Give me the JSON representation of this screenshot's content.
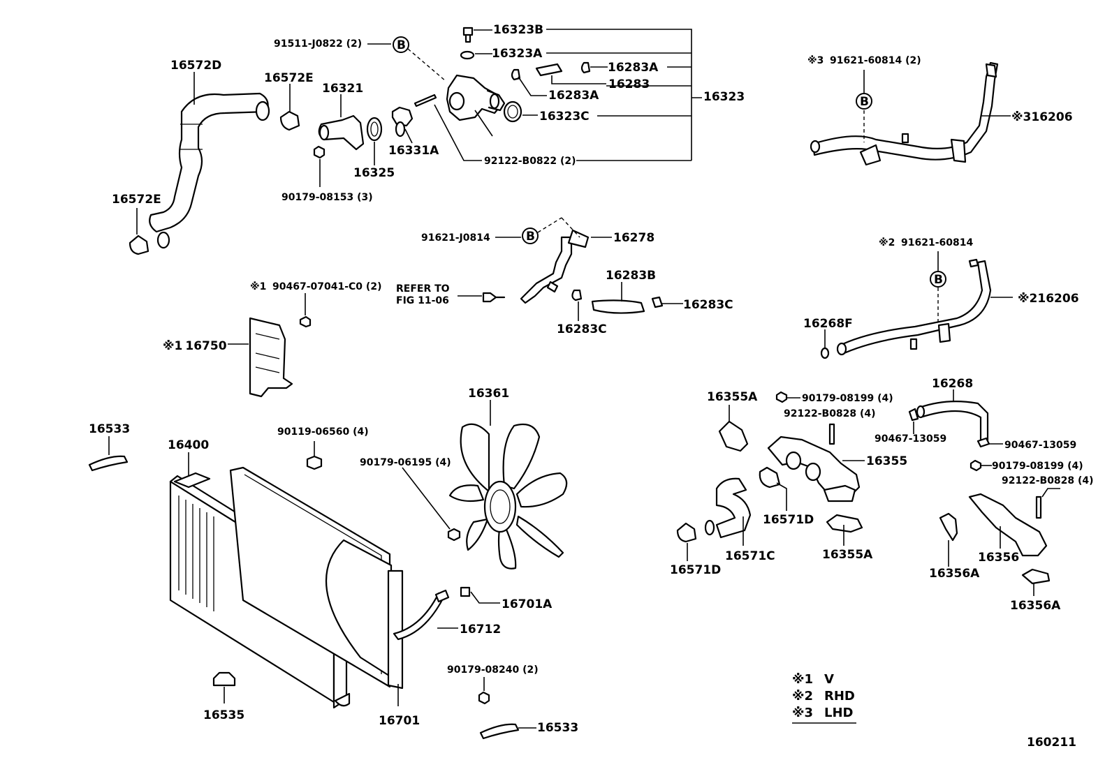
{
  "labels": {
    "p16323B": "16323B",
    "p16323A": "16323A",
    "p16283A_1": "16283A",
    "p16283": "16283",
    "p16283A_2": "16283A",
    "p16323": "16323",
    "p16323C": "16323C",
    "p91511": "91511-J0822 (2)",
    "p16572D": "16572D",
    "p16572E_top": "16572E",
    "p16321": "16321",
    "p16325": "16325",
    "p16331A": "16331A",
    "p92122_B0822": "92122-B0822 (2)",
    "p90179_08153": "90179-08153 (3)",
    "p16572E_bot": "16572E",
    "p91621_60814_lhd": "91621-60814 (2)",
    "p16206_lhd": "16206",
    "p91621_J0814": "91621-J0814",
    "p16278": "16278",
    "p16283B": "16283B",
    "p16283C_1": "16283C",
    "p16283C_2": "16283C",
    "refer_to": "REFER TO",
    "fig_ref": "FIG 11-06",
    "p90467_07041": "90467-07041-C0 (2)",
    "p16750": "16750",
    "p91621_60814_rhd": "91621-60814",
    "p16206_rhd": "16206",
    "p16268F": "16268F",
    "p16355A_top": "16355A",
    "p90179_08199_a": "90179-08199 (4)",
    "p92122_B0828_a": "92122-B0828 (4)",
    "p16268": "16268",
    "p90467_13059_a": "90467-13059",
    "p90467_13059_b": "90467-13059",
    "p16355": "16355",
    "p90179_08199_b": "90179-08199 (4)",
    "p92122_B0828_b": "92122-B0828 (4)",
    "p16571D_1": "16571D",
    "p16571C": "16571C",
    "p16571D_2": "16571D",
    "p16355A_bot": "16355A",
    "p16356": "16356",
    "p16356A_1": "16356A",
    "p16356A_2": "16356A",
    "p16361": "16361",
    "p16533_top": "16533",
    "p16400": "16400",
    "p90119_06560": "90119-06560 (4)",
    "p90179_06195": "90179-06195 (4)",
    "p16701A": "16701A",
    "p16712": "16712",
    "p90179_08240": "90179-08240 (2)",
    "p16535": "16535",
    "p16701": "16701",
    "p16533_bot": "16533",
    "fig_number": "160211"
  },
  "markers": {
    "asterisk": "※",
    "circle_b": "B",
    "n1": "1",
    "n2": "2",
    "n3": "3"
  },
  "legend": {
    "items": [
      {
        "mark": "※1",
        "text": "V"
      },
      {
        "mark": "※2",
        "text": "RHD"
      },
      {
        "mark": "※3",
        "text": "LHD"
      }
    ]
  }
}
